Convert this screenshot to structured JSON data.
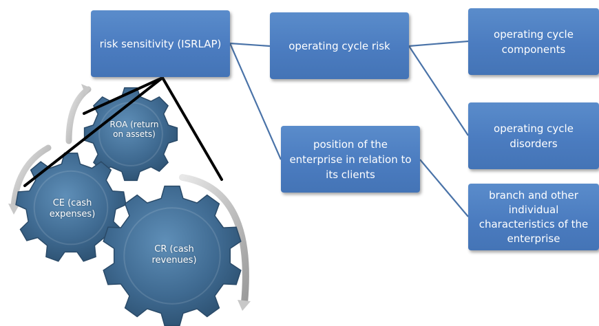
{
  "diagram": {
    "root": {
      "label": "risk sensitivity (ISRLAP)"
    },
    "level1": [
      {
        "label": "operating cycle risk"
      },
      {
        "label": "position of the enterprise in relation to its clients"
      }
    ],
    "level2": [
      {
        "label": "operating cycle components"
      },
      {
        "label": "operating cycle disorders"
      },
      {
        "label": "branch and other individual characteristics of the enterprise"
      }
    ],
    "gears": [
      {
        "label": "ROA (return on assets)"
      },
      {
        "label": "CE (cash expenses)"
      },
      {
        "label": "CR (cash revenues)"
      }
    ]
  },
  "colors": {
    "box_fill": "#4f81bd",
    "connector": "#4a73a8",
    "gear_fill": "#3f6a91",
    "triangle_line": "#000000",
    "arrow_gray": "#b8b8b8"
  }
}
